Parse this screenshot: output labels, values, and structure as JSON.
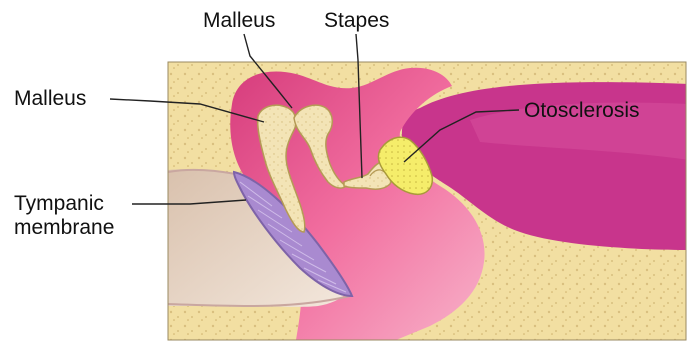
{
  "labels": {
    "malleus_top": "Malleus",
    "stapes": "Stapes",
    "malleus_left": "Malleus",
    "otosclerosis": "Otosclerosis",
    "tympanic_line1": "Tympanic",
    "tympanic_line2": "membrane"
  },
  "colors": {
    "bone": "#f2dfa2",
    "bone_speckle": "#d9bf7f",
    "cavity": "#e9558f",
    "cavity_light": "#f49ab9",
    "inner_ear": "#c8358c",
    "canal": "#e6d3c3",
    "membrane": "#a98ad0",
    "ossicle": "#f3e4b6",
    "ossicle_outline": "#b59a55",
    "otosclerosis_fill": "#f5ed6a",
    "leader_line": "#222222"
  }
}
